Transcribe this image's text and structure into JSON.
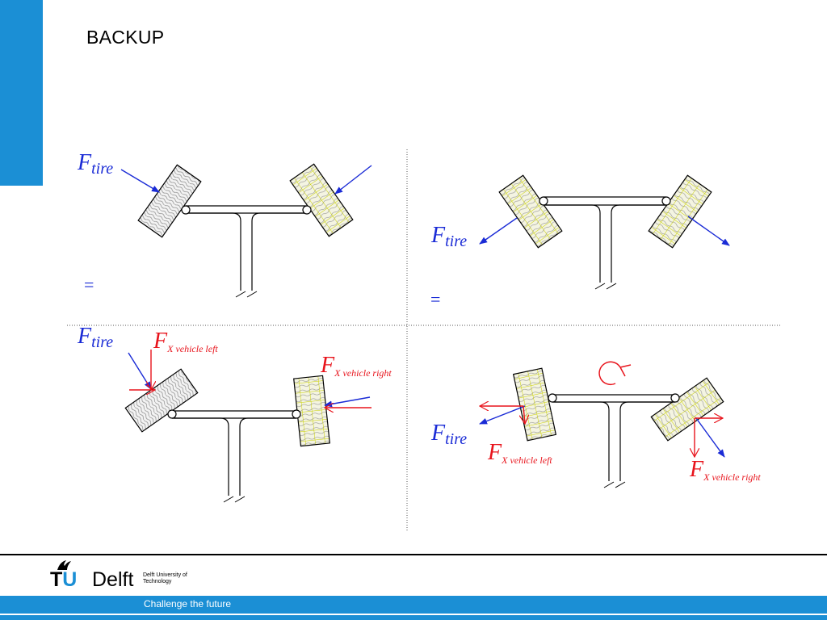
{
  "slide": {
    "title": "BACKUP"
  },
  "labels": {
    "f": "F",
    "tire": "tire",
    "x_left": "X vehicle left",
    "x_right": "X vehicle right",
    "equals": "="
  },
  "footer": {
    "logo_tu": "T",
    "logo_u": "U",
    "logo_delft": "Delft",
    "logo_sub": "Delft University of Technology",
    "tagline": "Challenge the future"
  },
  "colors": {
    "accent": "#1b8fd5",
    "force_blue": "#1a2bd6",
    "force_red": "#e8141c"
  }
}
